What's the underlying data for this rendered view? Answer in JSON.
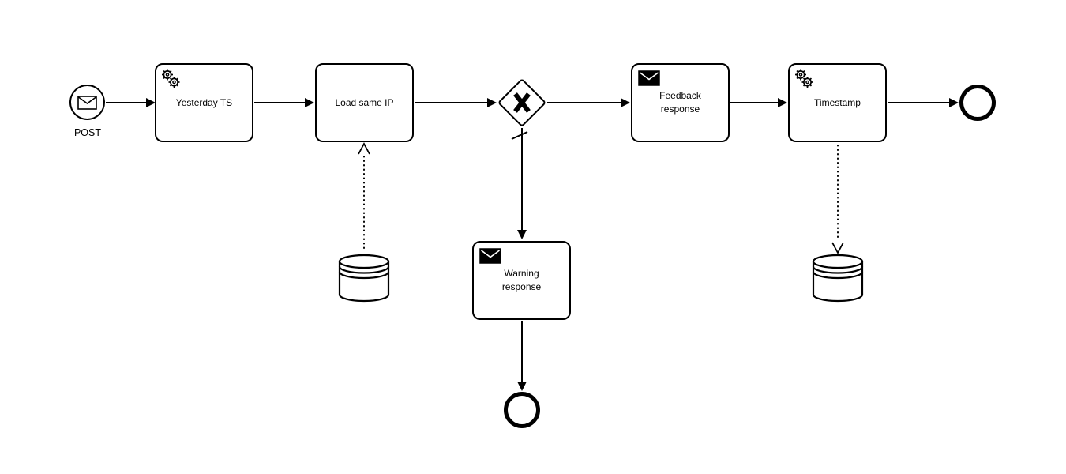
{
  "diagram": {
    "kind": "BPMN process diagram",
    "colors": {
      "stroke": "#000000",
      "fill": "#ffffff"
    },
    "nodes": {
      "start_event": {
        "type": "message-start-event",
        "label": "POST"
      },
      "task_yesterday_ts": {
        "type": "service-task",
        "label": "Yesterday TS"
      },
      "task_load_same_ip": {
        "type": "task",
        "label": "Load same IP"
      },
      "exclusive_gateway": {
        "type": "exclusive-gateway",
        "marker": "X"
      },
      "task_feedback_response": {
        "type": "send-task",
        "label": "Feedback\nresponse"
      },
      "task_timestamp": {
        "type": "service-task",
        "label": "Timestamp"
      },
      "end_event_main": {
        "type": "end-event",
        "label": ""
      },
      "task_warning_response": {
        "type": "send-task",
        "label": "Warning\nresponse"
      },
      "end_event_warning": {
        "type": "end-event",
        "label": ""
      },
      "datastore_left": {
        "type": "data-store",
        "label": ""
      },
      "datastore_right": {
        "type": "data-store",
        "label": ""
      }
    },
    "flows": [
      {
        "from": "start_event",
        "to": "task_yesterday_ts",
        "kind": "sequence"
      },
      {
        "from": "task_yesterday_ts",
        "to": "task_load_same_ip",
        "kind": "sequence"
      },
      {
        "from": "task_load_same_ip",
        "to": "exclusive_gateway",
        "kind": "sequence"
      },
      {
        "from": "exclusive_gateway",
        "to": "task_feedback_response",
        "kind": "sequence"
      },
      {
        "from": "task_feedback_response",
        "to": "task_timestamp",
        "kind": "sequence"
      },
      {
        "from": "task_timestamp",
        "to": "end_event_main",
        "kind": "sequence"
      },
      {
        "from": "exclusive_gateway",
        "to": "task_warning_response",
        "kind": "default-sequence"
      },
      {
        "from": "task_warning_response",
        "to": "end_event_warning",
        "kind": "sequence"
      },
      {
        "from": "datastore_left",
        "to": "task_load_same_ip",
        "kind": "data-association"
      },
      {
        "from": "task_timestamp",
        "to": "datastore_right",
        "kind": "data-association"
      }
    ]
  }
}
